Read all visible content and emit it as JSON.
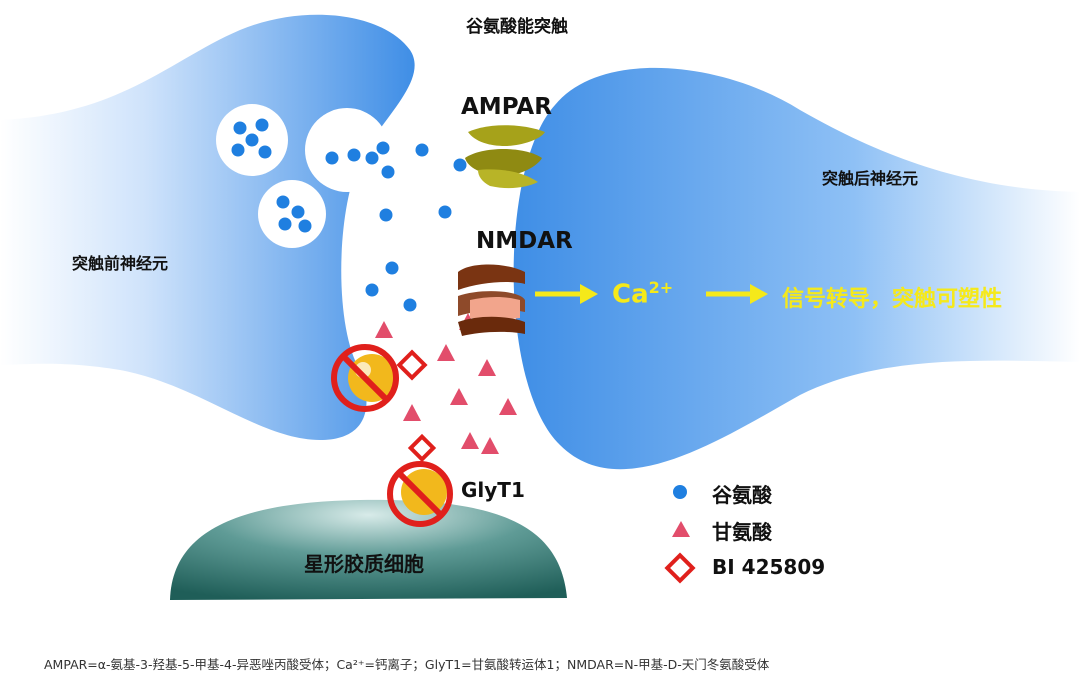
{
  "title": "谷氨酸能突触",
  "labels": {
    "presynaptic": "突触前神经元",
    "postsynaptic": "突触后神经元",
    "astrocyte": "星形胶质细胞",
    "ampar": "AMPAR",
    "nmdar": "NMDAR",
    "glyt1": "GlyT1",
    "ca": "Ca",
    "ca_sup": "2+",
    "signal": "信号转导，突触可塑性"
  },
  "legend": [
    {
      "symbol": "dot",
      "label": "谷氨酸"
    },
    {
      "symbol": "triangle",
      "label": "甘氨酸"
    },
    {
      "symbol": "diamond",
      "label": "BI 425809"
    }
  ],
  "footnote": "AMPAR=α-氨基-3-羟基-5-甲基-4-异恶唑丙酸受体；Ca²⁺=钙离子；GlyT1=甘氨酸转运体1；NMDAR=N-甲基-D-天门冬氨酸受体",
  "colors": {
    "neuron": "#4a90e2",
    "glutamate": "#1f7fe0",
    "glycine": "#e24d6b",
    "inhibitor": "#e0201c",
    "highlight_text": "#f5e91a",
    "astrocyte": "#2f6f6a",
    "ampar": "#a6a21a",
    "nmdar": "#7a3412"
  }
}
